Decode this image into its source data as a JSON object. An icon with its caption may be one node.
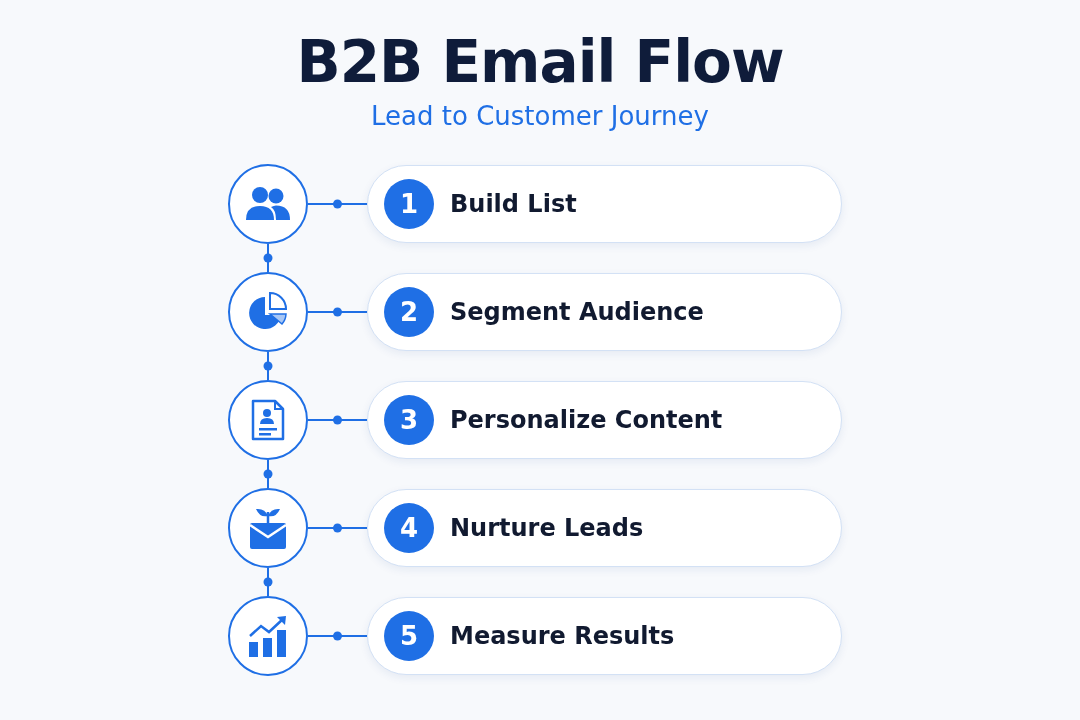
{
  "diagram": {
    "title": "B2B Email Flow",
    "caption": "Lead to Customer Journey",
    "nodes": [
      {
        "text": [],
        "shape": "circle"
      },
      {
        "text": [
          "1",
          "Build List"
        ]
      },
      {
        "text": [],
        "shape": "circle"
      },
      {
        "text": [
          "2",
          "Segment Audience"
        ]
      },
      {
        "text": [],
        "shape": "circle"
      },
      {
        "text": [
          "3",
          "Personalize Content"
        ]
      },
      {
        "text": [],
        "shape": "circle"
      },
      {
        "text": [
          "4",
          "Nurture Leads"
        ]
      },
      {
        "text": [],
        "shape": "circle"
      },
      {
        "text": [
          "5",
          "Measure Results"
        ]
      }
    ],
    "edges": [
      {
        "from": 0,
        "to": 1,
        "arrow": "none"
      },
      {
        "from": 0,
        "to": 2,
        "arrow": "none"
      },
      {
        "from": 2,
        "to": 3,
        "arrow": "none"
      },
      {
        "from": 2,
        "to": 4,
        "arrow": "none"
      },
      {
        "from": 4,
        "to": 5,
        "arrow": "none"
      },
      {
        "from": 4,
        "to": 6,
        "arrow": "none"
      },
      {
        "from": 6,
        "to": 7,
        "arrow": "none"
      },
      {
        "from": 6,
        "to": 8,
        "arrow": "none"
      },
      {
        "from": 8,
        "to": 9,
        "arrow": "none"
      }
    ]
  }
}
